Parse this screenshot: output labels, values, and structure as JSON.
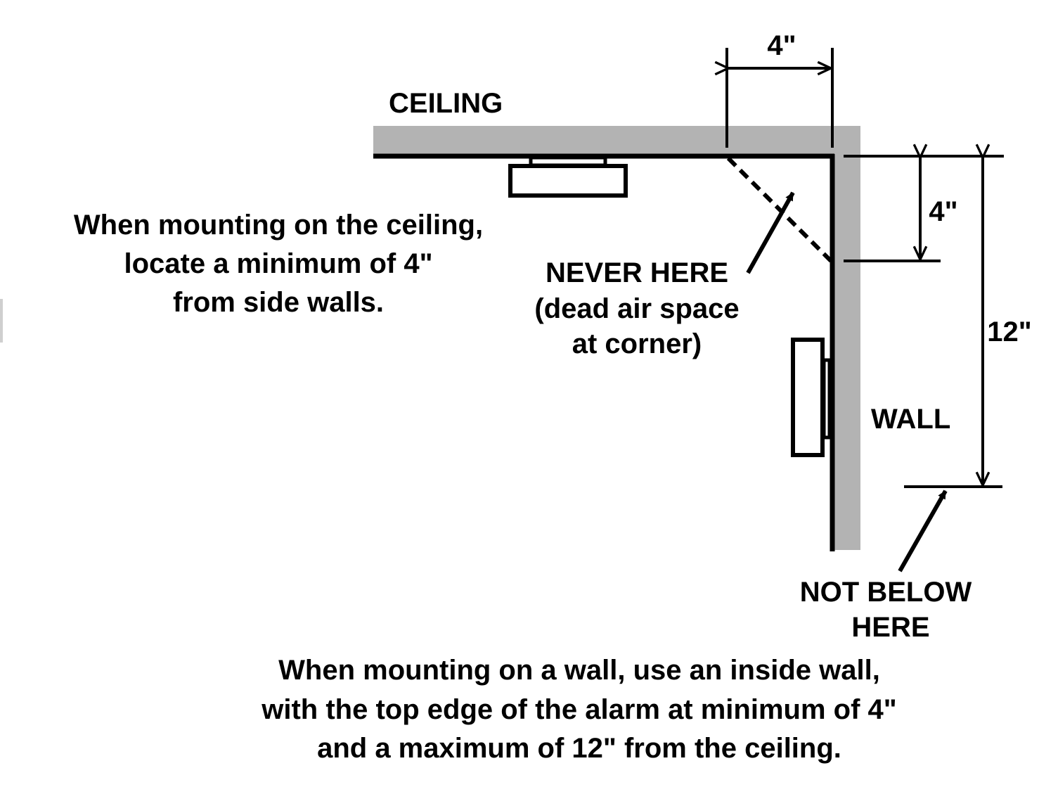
{
  "labels": {
    "ceiling": "CEILING",
    "wall": "WALL",
    "dim_top": "4\"",
    "dim_right_small": "4\"",
    "dim_right_large": "12\"",
    "never_here": {
      "line1": "NEVER HERE",
      "line2": "(dead air space",
      "line3": "at corner)"
    },
    "not_below": {
      "line1": "NOT BELOW",
      "line2": "HERE"
    }
  },
  "ceiling_note": {
    "line1": "When mounting on the ceiling,",
    "line2": "locate a minimum of 4\"",
    "line3": "from side walls."
  },
  "wall_note": {
    "line1": "When mounting on a wall, use an inside wall,",
    "line2": "with the top edge of the alarm at minimum of 4\"",
    "line3": "and a maximum of 12\" from the ceiling."
  },
  "colors": {
    "surface": "#b3b3b3",
    "ink": "#000000"
  }
}
